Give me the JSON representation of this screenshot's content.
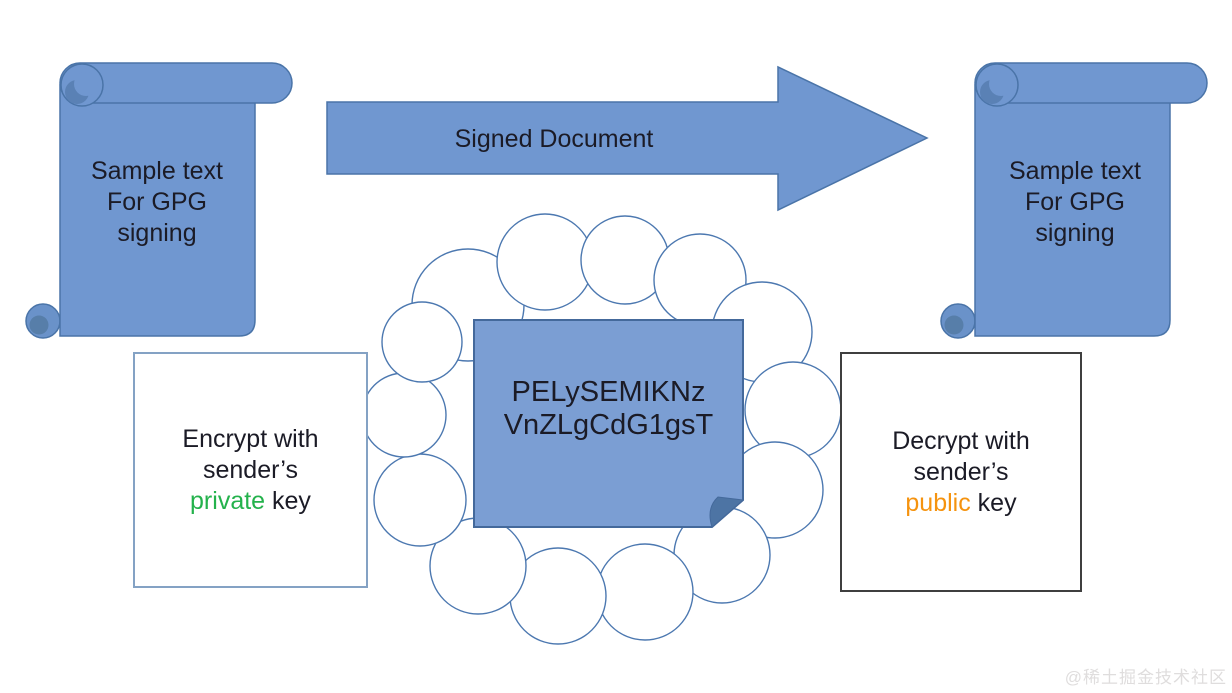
{
  "scrolls": {
    "left": {
      "lines": [
        "Sample text",
        "For GPG",
        "signing"
      ]
    },
    "right": {
      "lines": [
        "Sample text",
        "For GPG",
        "signing"
      ]
    }
  },
  "arrow": {
    "label": "Signed Document"
  },
  "cloud_note": {
    "lines": [
      "PELySEMIKNz",
      "VnZLgCdG1gsT"
    ]
  },
  "boxes": {
    "left": {
      "line1": "Encrypt with",
      "line2": "sender’s",
      "highlight": "private",
      "tail": " key",
      "highlight_color": "#24b24c"
    },
    "right": {
      "line1": "Decrypt with",
      "line2": "sender’s",
      "highlight": "public",
      "tail": " key",
      "highlight_color": "#f5930f"
    }
  },
  "watermark": {
    "text": "@稀土掘金技术社区"
  },
  "colors": {
    "shape_fill": "#7097d0",
    "shape_border": "#4a74a8",
    "note_fill": "#7b9ed3",
    "note_fold": "#4d74a4",
    "cloud_outline": "#4c78b0",
    "diagram_text": "#1b1b26",
    "left_box_border": "#84a2c4",
    "right_box_border": "#3f3f3f",
    "watermark_gray": "#dfdddd"
  }
}
